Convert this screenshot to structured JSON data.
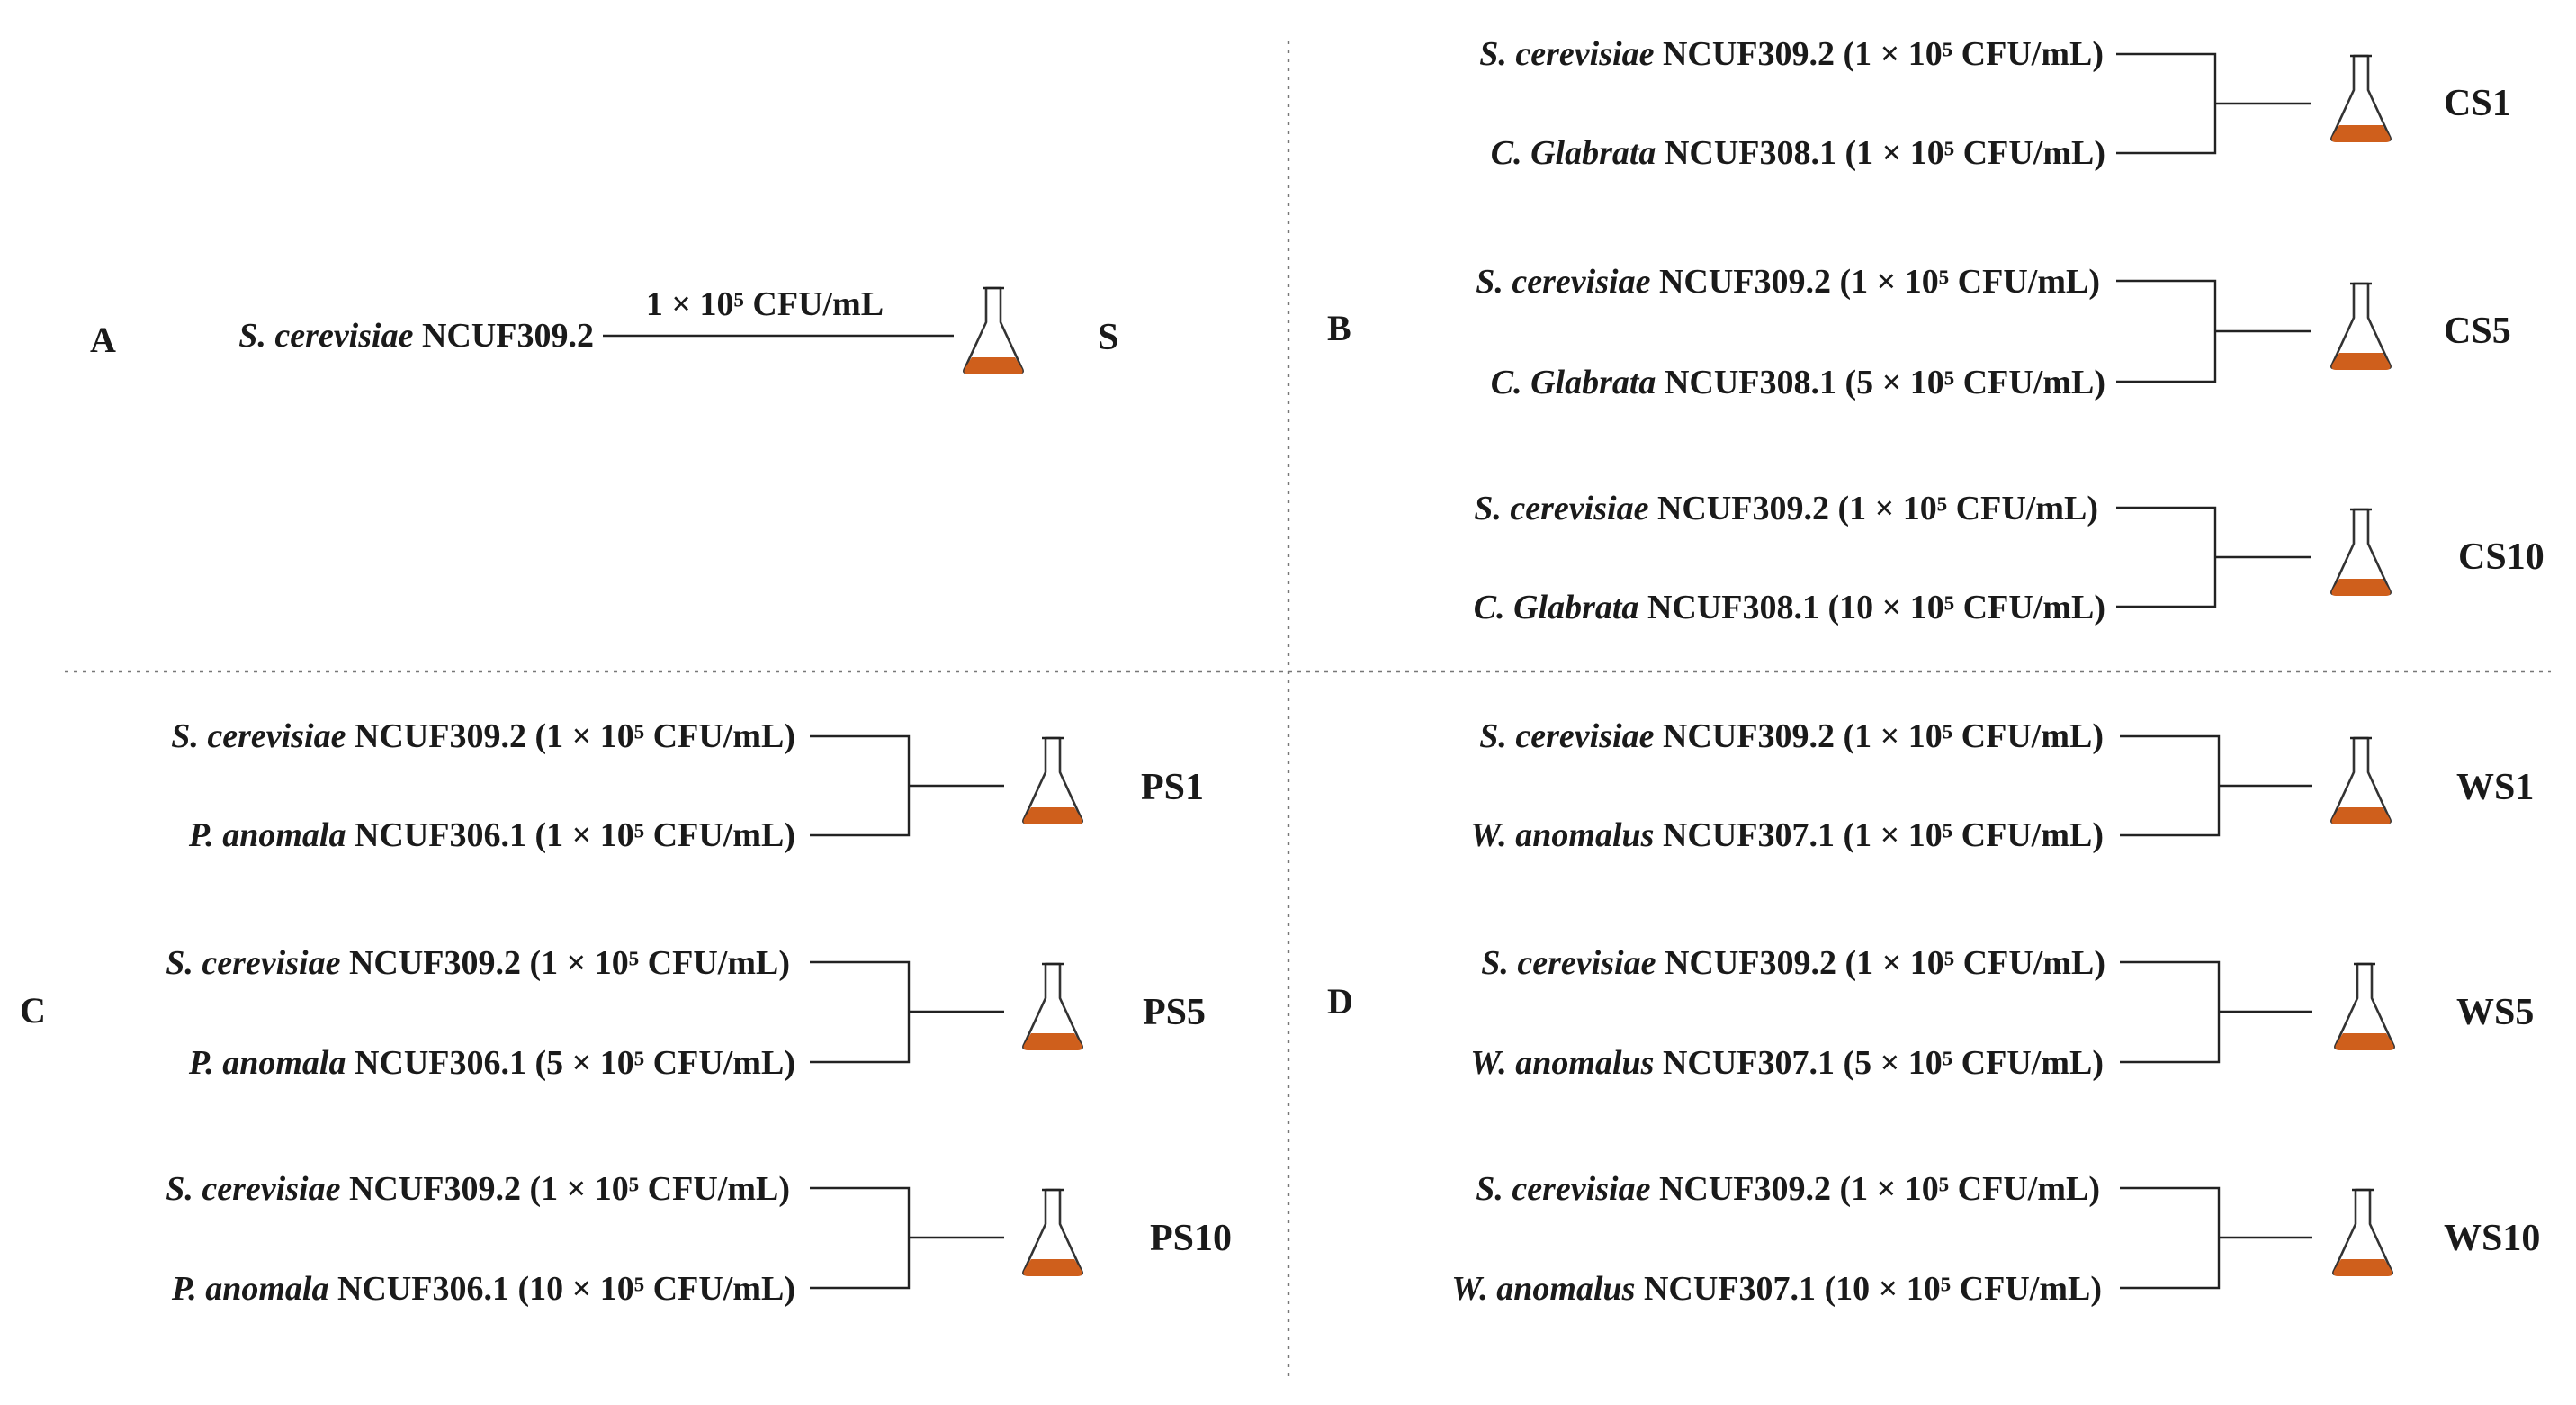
{
  "units": "CFU/mL",
  "panels": {
    "A": {
      "label": "A",
      "strain": {
        "species": "S. cerevisiae",
        "id": "NCUF309.2"
      },
      "dose_label": "1 × 10⁵ CFU/mL",
      "result": "S"
    },
    "B": {
      "label": "B",
      "rows": [
        {
          "strains": [
            {
              "species": "S. cerevisiae",
              "id": "NCUF309.2",
              "conc": "(1 × 10⁵ CFU/mL)"
            },
            {
              "species": "C. Glabrata",
              "id": "NCUF308.1",
              "conc": "(1 × 10⁵ CFU/mL)"
            }
          ],
          "result": "CS1"
        },
        {
          "strains": [
            {
              "species": "S. cerevisiae",
              "id": "NCUF309.2",
              "conc": "(1 × 10⁵ CFU/mL)"
            },
            {
              "species": "C. Glabrata",
              "id": "NCUF308.1",
              "conc": "(5 × 10⁵ CFU/mL)"
            }
          ],
          "result": "CS5"
        },
        {
          "strains": [
            {
              "species": "S. cerevisiae",
              "id": "NCUF309.2",
              "conc": "(1 × 10⁵ CFU/mL)"
            },
            {
              "species": "C. Glabrata",
              "id": "NCUF308.1",
              "conc": "(10 × 10⁵ CFU/mL)"
            }
          ],
          "result": "CS10"
        }
      ]
    },
    "C": {
      "label": "C",
      "rows": [
        {
          "strains": [
            {
              "species": "S. cerevisiae",
              "id": "NCUF309.2",
              "conc": "(1 × 10⁵ CFU/mL)"
            },
            {
              "species": "P. anomala",
              "id": "NCUF306.1",
              "conc": "(1 × 10⁵ CFU/mL)"
            }
          ],
          "result": "PS1"
        },
        {
          "strains": [
            {
              "species": "S. cerevisiae",
              "id": "NCUF309.2",
              "conc": "(1 × 10⁵ CFU/mL)"
            },
            {
              "species": "P. anomala",
              "id": "NCUF306.1",
              "conc": "(5 × 10⁵ CFU/mL)"
            }
          ],
          "result": "PS5"
        },
        {
          "strains": [
            {
              "species": "S. cerevisiae",
              "id": "NCUF309.2",
              "conc": "(1 × 10⁵ CFU/mL)"
            },
            {
              "species": "P. anomala",
              "id": "NCUF306.1",
              "conc": "(10 × 10⁵ CFU/mL)"
            }
          ],
          "result": "PS10"
        }
      ]
    },
    "D": {
      "label": "D",
      "rows": [
        {
          "strains": [
            {
              "species": "S. cerevisiae",
              "id": "NCUF309.2",
              "conc": "(1 × 10⁵ CFU/mL)"
            },
            {
              "species": "W. anomalus",
              "id": "NCUF307.1",
              "conc": "(1 × 10⁵ CFU/mL)"
            }
          ],
          "result": "WS1"
        },
        {
          "strains": [
            {
              "species": "S. cerevisiae",
              "id": "NCUF309.2",
              "conc": "(1 × 10⁵ CFU/mL)"
            },
            {
              "species": "W. anomalus",
              "id": "NCUF307.1",
              "conc": "(5 × 10⁵ CFU/mL)"
            }
          ],
          "result": "WS5"
        },
        {
          "strains": [
            {
              "species": "S. cerevisiae",
              "id": "NCUF309.2",
              "conc": "(1 × 10⁵ CFU/mL)"
            },
            {
              "species": "W. anomalus",
              "id": "NCUF307.1",
              "conc": "(10 × 10⁵ CFU/mL)"
            }
          ],
          "result": "WS10"
        }
      ]
    }
  },
  "colors": {
    "broth": "#cf5f1c",
    "line": "#222222",
    "divider": "#777777",
    "text": "#1a1a1a"
  },
  "icons": {
    "culture": "flask-icon"
  }
}
